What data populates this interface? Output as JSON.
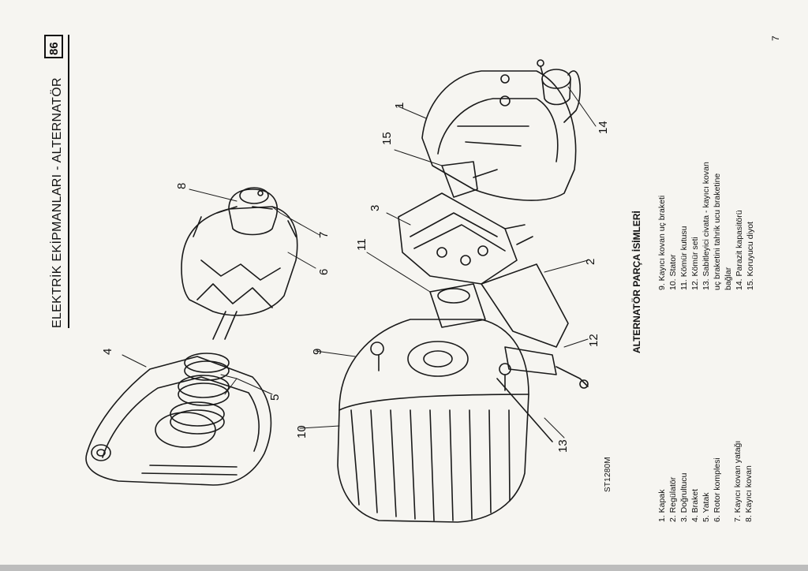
{
  "header": {
    "title": "ELEKTRİK EKİPMANLARI - ALTERNATÖR",
    "page_number": "86"
  },
  "corner_number": "7",
  "figure": {
    "id": "ST1280M",
    "callouts": [
      "1",
      "2",
      "3",
      "4",
      "5",
      "6",
      "7",
      "8",
      "9",
      "10",
      "11",
      "12",
      "13",
      "14",
      "15"
    ]
  },
  "legend": {
    "title": "ALTERNATÖR PARÇA İSİMLERİ",
    "col1": [
      "1. Kapak",
      "2. Regülatör",
      "3. Doğrultucu",
      "4. Braket",
      "5. Yatak",
      "6. Rotor komplesi"
    ],
    "col1b": [
      "7. Kayıcı kovan yatağı",
      "8. Kayıcı kovan"
    ],
    "col2": [
      "9. Kayıcı kovan uç braketi",
      "10. Stator",
      "11. Kömür kutusu",
      "12. Kömür seti",
      "13. Sabitleyici civata - kayıcı kovan",
      "uç braketini tahrik ucu braketine",
      "bağlar",
      "14. Parazit kapasitörü",
      "15. Koruyucu diyot"
    ]
  }
}
